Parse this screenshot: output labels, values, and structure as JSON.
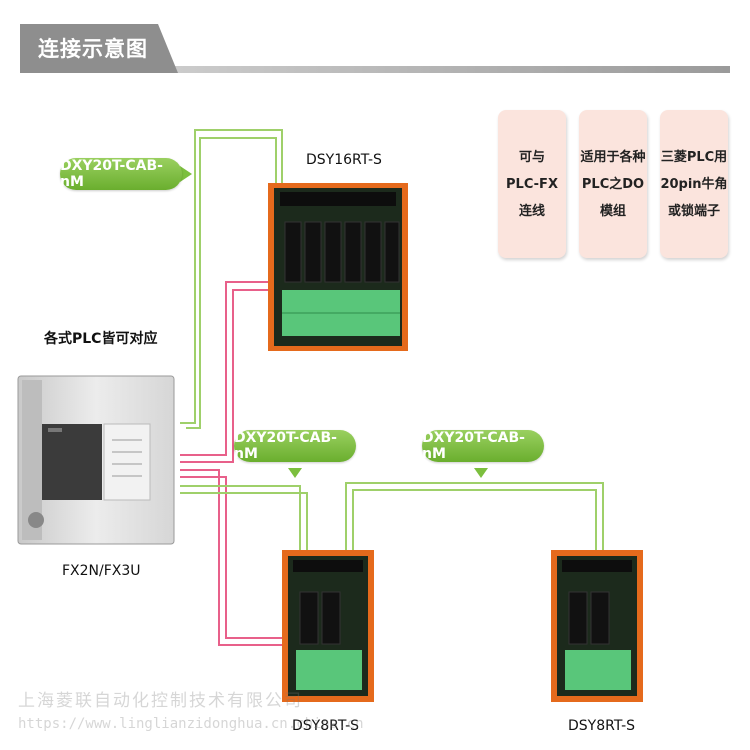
{
  "header": {
    "title": "连接示意图"
  },
  "features": [
    {
      "text": "可与\nPLC-FX\n连线"
    },
    {
      "text": "适用于各种\nPLC之DO\n模组"
    },
    {
      "text": "三菱PLC用\n20pin牛角\n或锁端子"
    }
  ],
  "cables": {
    "label": "DXY20T-CAB-nM"
  },
  "modules": {
    "top": "DSY16RT-S",
    "bottom_left": "DSY8RT-S",
    "bottom_right": "DSY8RT-S"
  },
  "plc": {
    "caption_top": "各式PLC皆可对应",
    "model": "FX2N/FX3U"
  },
  "watermark": {
    "company": "上海菱联自动化控制技术有限公司",
    "url": "https://www.linglianzidonghua.cn.china.cn"
  },
  "colors": {
    "green": "#7cbf3e",
    "pink": "#e0507a",
    "orange": "#e56a1c",
    "pcb": "#1c2a1c"
  }
}
